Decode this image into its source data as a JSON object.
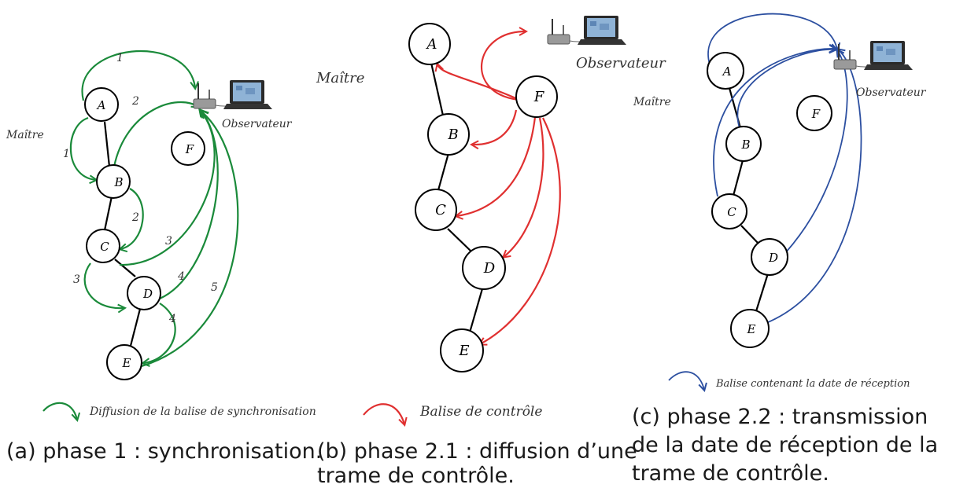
{
  "colors": {
    "green": "#1a8a3a",
    "red": "#e03030",
    "blue": "#2c4fa0"
  },
  "nodes": {
    "A": "A",
    "B": "B",
    "C": "C",
    "D": "D",
    "E": "E",
    "F": "F"
  },
  "labels": {
    "master": "Maître",
    "observer": "Observateur"
  },
  "panel_a": {
    "step_numbers": [
      "1",
      "1",
      "2",
      "2",
      "3",
      "3",
      "4",
      "4",
      "5"
    ],
    "legend": "Diffusion de la balise de synchronisation",
    "caption_line1": "(a) phase 1 : synchronisation."
  },
  "panel_b": {
    "legend": "Balise de contrôle",
    "caption_line1": "(b) phase 2.1 : diffusion d’une",
    "caption_line2": "trame de contrôle."
  },
  "panel_c": {
    "legend": "Balise contenant la date de réception",
    "caption_line1": "(c) phase 2.2 : transmission",
    "caption_line2": "de la date de réception de la",
    "caption_line3": "trame de contrôle."
  }
}
